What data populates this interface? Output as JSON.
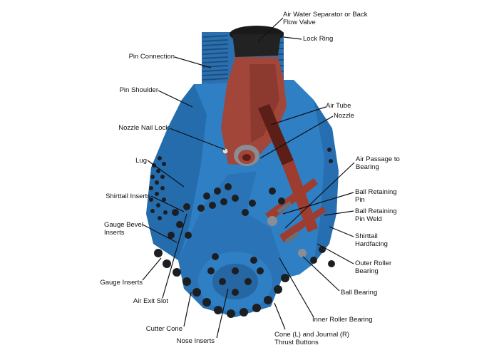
{
  "diagram": {
    "colors": {
      "body": "#2f7fc4",
      "body_dark": "#1d5d9a",
      "body_light": "#4d97d6",
      "cutaway": "#a3463a",
      "cutaway_dark": "#7a2f27",
      "steel": "#7d8086",
      "insert": "#1c1e22",
      "leader": "#111111"
    },
    "labels": {
      "air_water_separator": "Air Water Separator or Back Flow Valve",
      "lock_ring": "Lock Ring",
      "pin_connection": "Pin Connection",
      "pin_shoulder": "Pin Shoulder",
      "air_tube": "Air Tube",
      "nozzle": "Nozzle",
      "nozzle_nail_lock": "Nozzle Nail Lock",
      "lug": "Lug",
      "air_passage": "Air Passage to Bearing",
      "shirttail_inserts": "Shirttail Inserts",
      "ball_retaining_pin": "Ball Retaining Pin",
      "ball_retaining_pin_weld": "Ball Retaining Pin Weld",
      "gauge_bevel_inserts": "Gauge Bevel Inserts",
      "shirttail_hardfacing": "Shirttail Hardfacing",
      "outer_roller_bearing": "Outer Roller Bearing",
      "gauge_inserts": "Gauge Inserts",
      "ball_bearing": "Ball Bearing",
      "air_exit_slot": "Air Exit Slot",
      "inner_roller_bearing": "Inner Roller Bearing",
      "cutter_cone": "Cutter Cone",
      "nose_inserts": "Nose Inserts",
      "cone_journal_thrust": "Cone (L) and Journal (R) Thrust Buttons"
    }
  }
}
